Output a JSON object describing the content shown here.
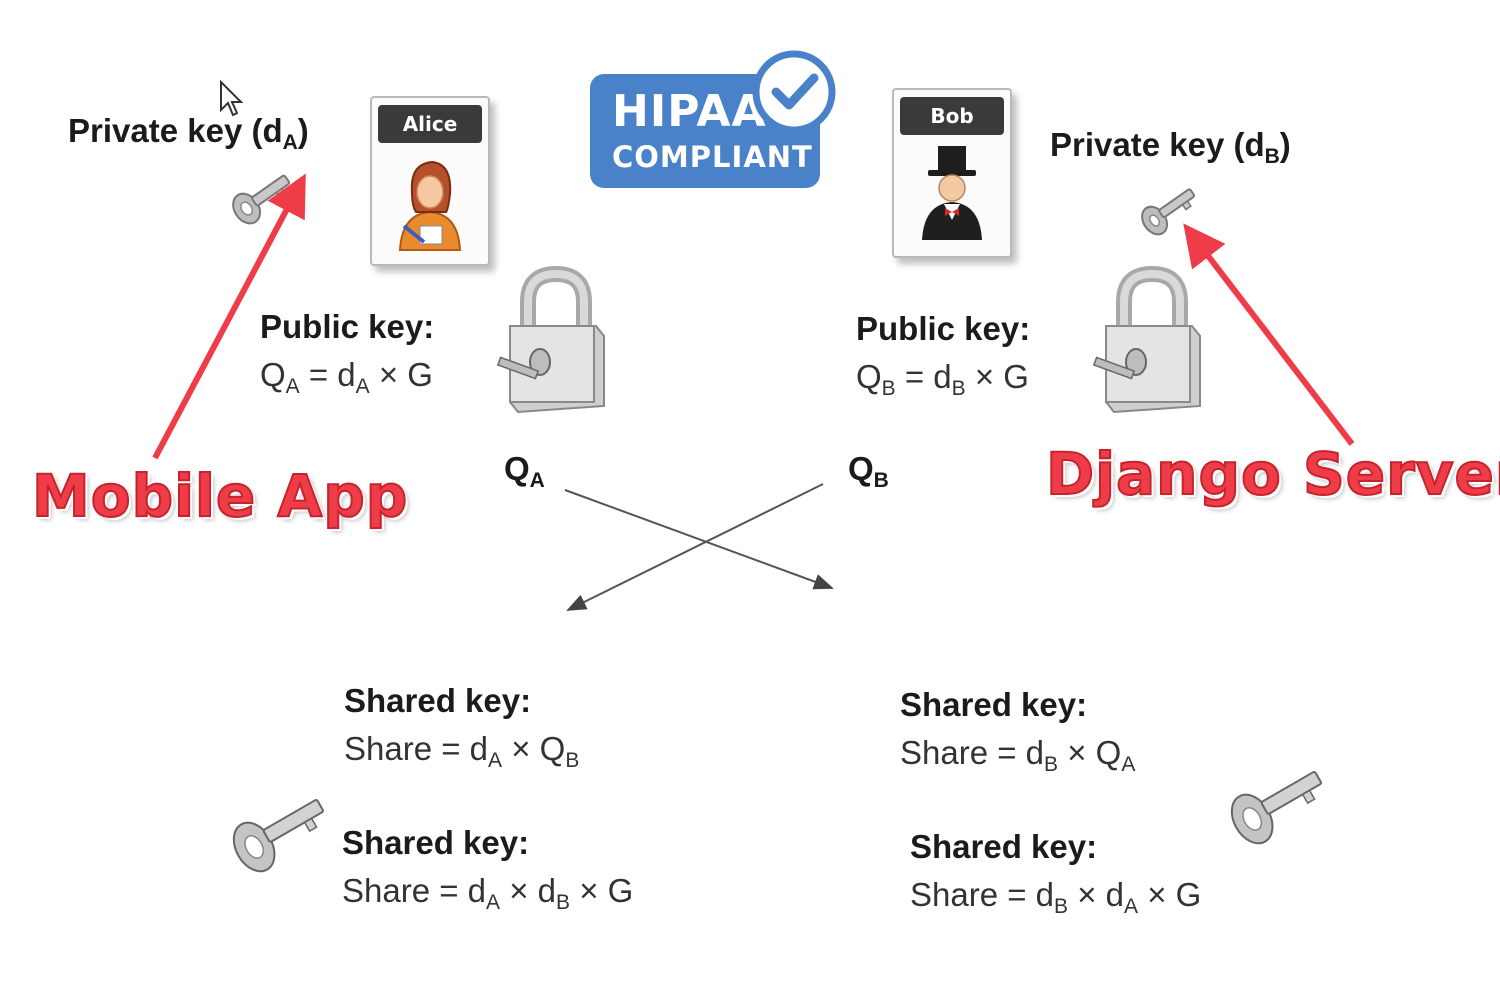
{
  "alice": {
    "name": "Alice",
    "private_key_label": "Private key (d",
    "private_key_sub": "A",
    "public_key_label": "Public key:",
    "public_eq": [
      "Q",
      "A",
      " = d",
      "A",
      " × G"
    ],
    "transmit_label": [
      "Q",
      "A"
    ],
    "shared1_label": "Shared key:",
    "shared1_eq": [
      "Share = d",
      "A",
      " × Q",
      "B"
    ],
    "shared2_label": "Shared key:",
    "shared2_eq": [
      "Share = d",
      "A",
      " × d",
      "B",
      " × G"
    ]
  },
  "bob": {
    "name": "Bob",
    "private_key_label": "Private key (d",
    "private_key_sub": "B",
    "public_key_label": "Public key:",
    "public_eq": [
      "Q",
      "B",
      " = d",
      "B",
      " × G"
    ],
    "transmit_label": [
      "Q",
      "B"
    ],
    "shared1_label": "Shared key:",
    "shared1_eq": [
      "Share = d",
      "B",
      " × Q",
      "A"
    ],
    "shared2_label": "Shared key:",
    "shared2_eq": [
      "Share = d",
      "B",
      " × d",
      "A",
      " × G"
    ]
  },
  "badge": {
    "line1": "HIPAA",
    "line2": "COMPLIANT",
    "color": "#4a82c9",
    "icon": "check-icon"
  },
  "annotations": {
    "left": "Mobile App",
    "right": "Django Server",
    "color": "#ee3d48"
  },
  "icons": [
    "cursor-icon",
    "key-icon",
    "padlock-icon",
    "alice-avatar-icon",
    "bob-avatar-icon"
  ]
}
